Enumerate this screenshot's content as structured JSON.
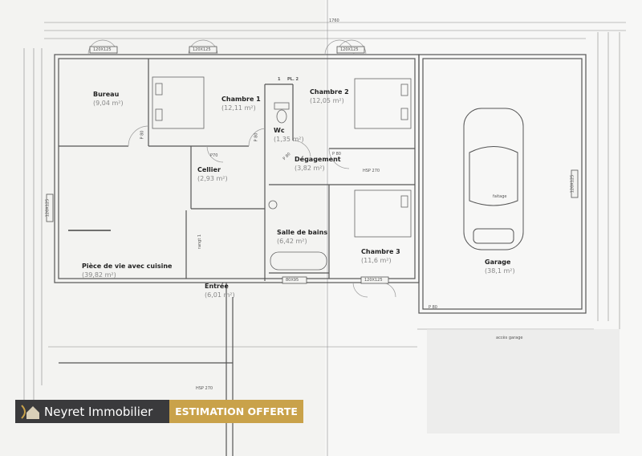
{
  "plan": {
    "rooms": [
      {
        "id": "bureau",
        "name": "Bureau",
        "area": "(9,04 m²)"
      },
      {
        "id": "chambre-1",
        "name": "Chambre 1",
        "area": "(12,11 m²)"
      },
      {
        "id": "chambre-2",
        "name": "Chambre 2",
        "area": "(12,05 m²)"
      },
      {
        "id": "wc",
        "name": "Wc",
        "area": "(1,35 m²)"
      },
      {
        "id": "cellier",
        "name": "Cellier",
        "area": "(2,93 m²)"
      },
      {
        "id": "degagement",
        "name": "Dégagement",
        "area": "(3,82 m²)"
      },
      {
        "id": "salle-de-bains",
        "name": "Salle de bains",
        "area": "(6,42 m²)"
      },
      {
        "id": "chambre-3",
        "name": "Chambre 3",
        "area": "(11,6 m²)"
      },
      {
        "id": "garage",
        "name": "Garage",
        "area": "(38,1 m²)"
      },
      {
        "id": "piece-de-vie",
        "name": "Pièce de vie avec cuisine",
        "area": "(39,82 m²)"
      },
      {
        "id": "entree",
        "name": "Entrée",
        "area": "(6,01 m²)"
      }
    ],
    "annotations": {
      "window_1": "120X125",
      "window_2": "120X125",
      "window_3": "120X125",
      "window_4": "120X125",
      "window_side_left": "120X125",
      "window_side_right": "120X125",
      "window_bath": "80X95",
      "door_bureau": "P 80",
      "door_ch1": "P 80",
      "door_wc": "P 80",
      "door_ch2": "P 80",
      "door_cellier": "P70",
      "door_garage": "P 80",
      "pl2": "PL. 2",
      "pl1": "1",
      "hsp_1": "HSP 270",
      "hsp_2": "HSP 270",
      "overall_width": "1760",
      "faitage": "faitage",
      "rangement": "rangt 1",
      "acces_garage": "accès garage"
    }
  },
  "banner": {
    "brand": "Neyret Immobilier",
    "cta": "ESTIMATION OFFERTE",
    "colors": {
      "brand_bg": "#3a3a3c",
      "cta_bg": "#c9a24a",
      "logo": "#c9a24a"
    }
  }
}
